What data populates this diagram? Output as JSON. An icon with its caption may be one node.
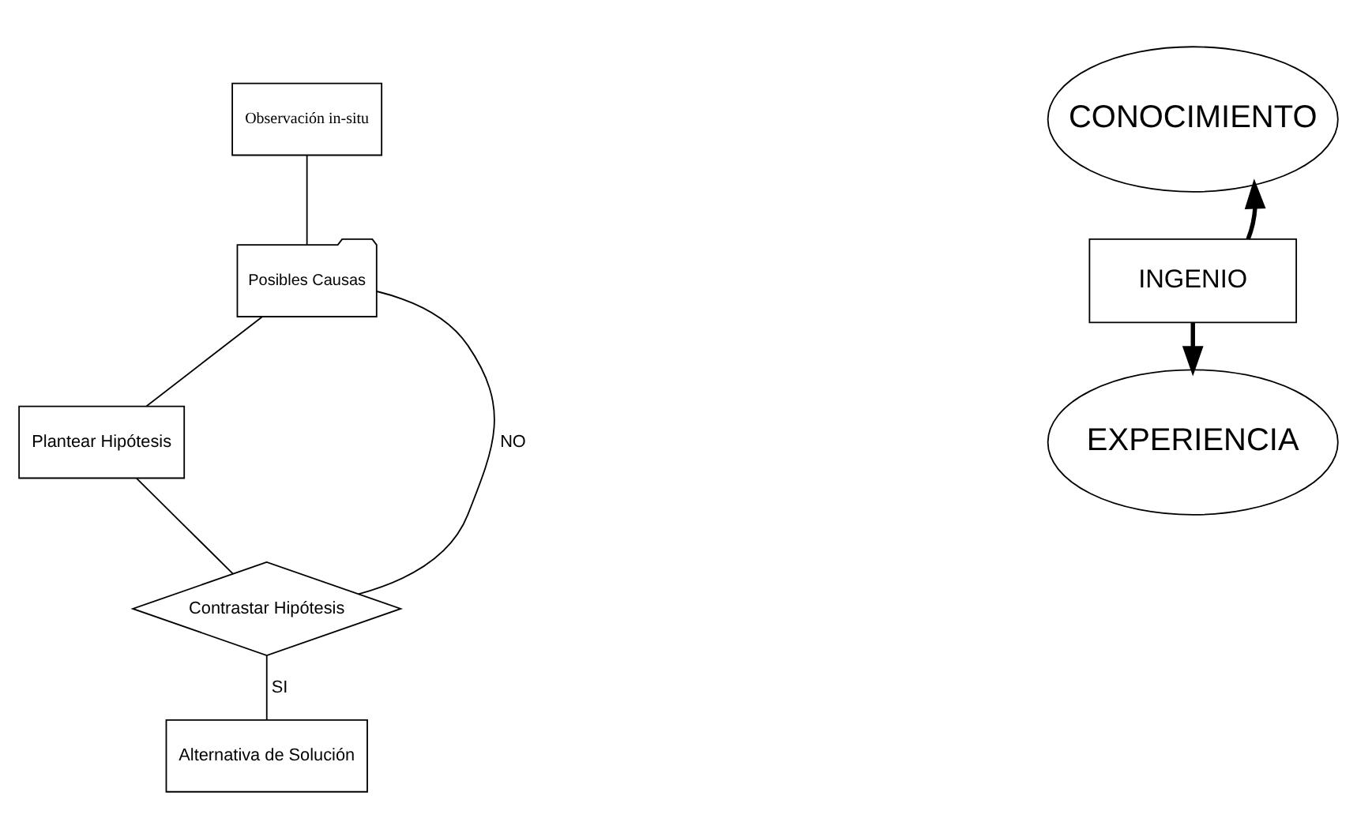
{
  "diagram": {
    "nodes": [
      {
        "text": [
          "Observación in-situ"
        ]
      },
      {
        "text": [
          "Posibles Causas"
        ]
      },
      {
        "text": [
          "Plantear Hipótesis"
        ]
      },
      {
        "text": [
          "Contrastar Hipótesis"
        ]
      },
      {
        "text": [
          "Alternativa de Solución"
        ]
      },
      {
        "text": [
          "CONOCIMIENTO"
        ]
      },
      {
        "text": [
          "INGENIO"
        ]
      },
      {
        "text": [
          "EXPERIENCIA"
        ]
      }
    ],
    "edges": [
      {
        "from": 0,
        "to": 1,
        "arrow": "none"
      },
      {
        "from": 1,
        "to": 2,
        "arrow": "none"
      },
      {
        "from": 2,
        "to": 3,
        "arrow": "none"
      },
      {
        "from": 3,
        "to": 4,
        "arrow": "none",
        "label": "SI"
      },
      {
        "from": 3,
        "to": 1,
        "arrow": "none",
        "label": "NO"
      },
      {
        "from": 6,
        "to": 5,
        "arrow": "to",
        "style": "thick"
      },
      {
        "from": 6,
        "to": 7,
        "arrow": "to",
        "style": "thick"
      }
    ]
  }
}
